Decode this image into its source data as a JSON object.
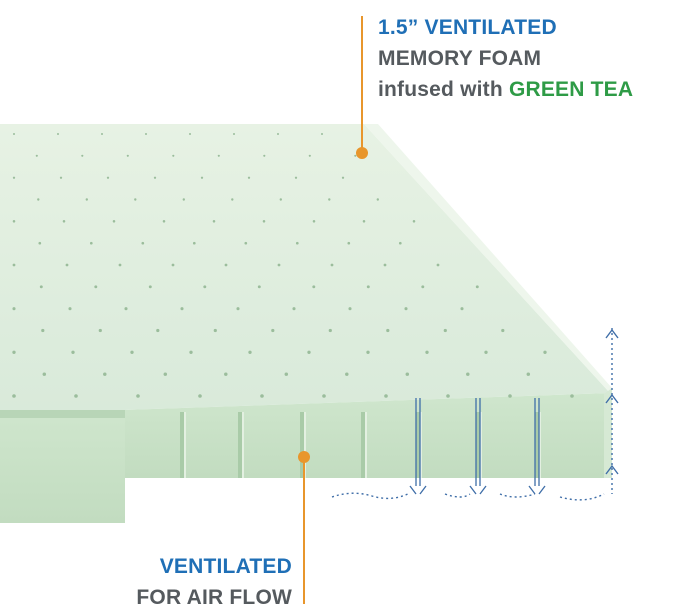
{
  "colors": {
    "foam_top": "#e1efde",
    "foam_side": "#c9e2c7",
    "foam_shadow": "#b3d1b2",
    "pore": "#9bbd9c",
    "leader": "#e8962c",
    "flow": "#3f6ea8",
    "text_blue": "#1f6fb6",
    "text_gray": "#555a5e",
    "text_green": "#2e9b46"
  },
  "callout_top": {
    "line1": "1.5” VENTILATED",
    "line2": "MEMORY FOAM",
    "line3_prefix": "infused with ",
    "line3_highlight": "GREEN TEA"
  },
  "callout_bottom": {
    "line1": "VENTILATED",
    "line2": "FOR AIR FLOW"
  },
  "icons": {
    "airflow": "dotted-arrow-icon",
    "marker": "orange-dot-icon"
  }
}
